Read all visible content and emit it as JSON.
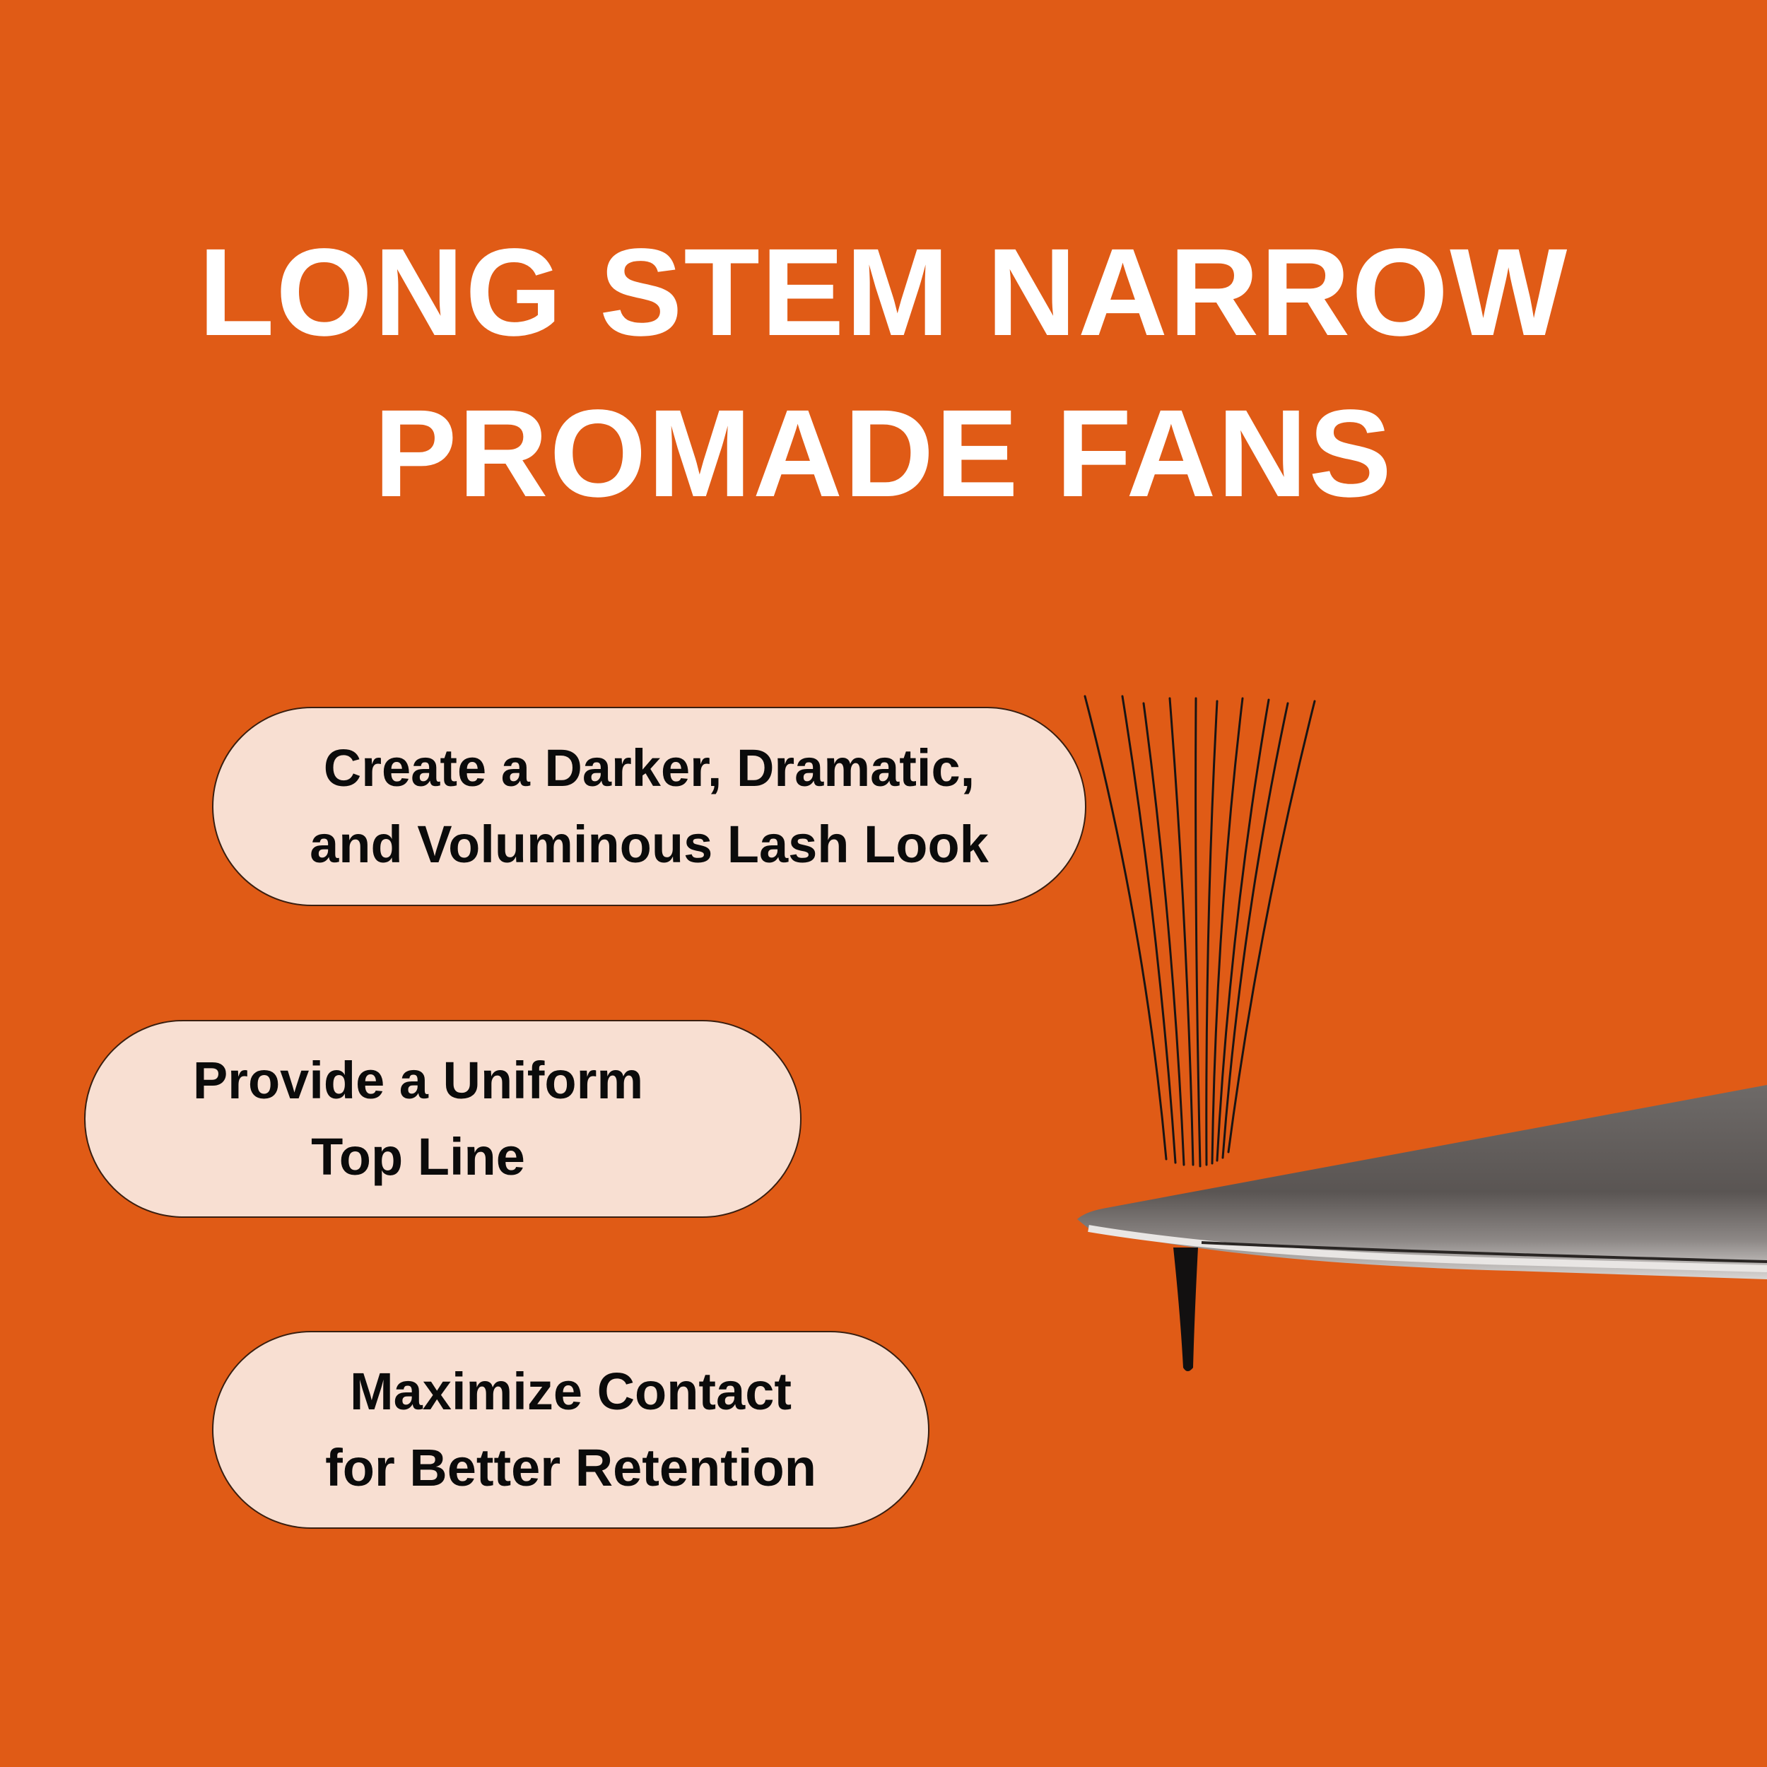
{
  "title": {
    "line1": "LONG STEM NARROW",
    "line2": "PROMADE FANS"
  },
  "benefits": [
    {
      "line1": "Create a Darker, Dramatic,",
      "line2": "and Voluminous Lash Look"
    },
    {
      "line1": "Provide a Uniform",
      "line2": "Top Line"
    },
    {
      "line1": "Maximize Contact",
      "line2": "for Better Retention"
    }
  ],
  "illustration": {
    "icon": "lash-fan-on-tweezer-icon",
    "description": "Narrow promade lash fan held on a steel tweezer blade"
  },
  "colors": {
    "background": "#e05b16",
    "title_text": "#ffffff",
    "pill_fill": "#f8dfd2",
    "pill_text": "#0b0b0b"
  }
}
